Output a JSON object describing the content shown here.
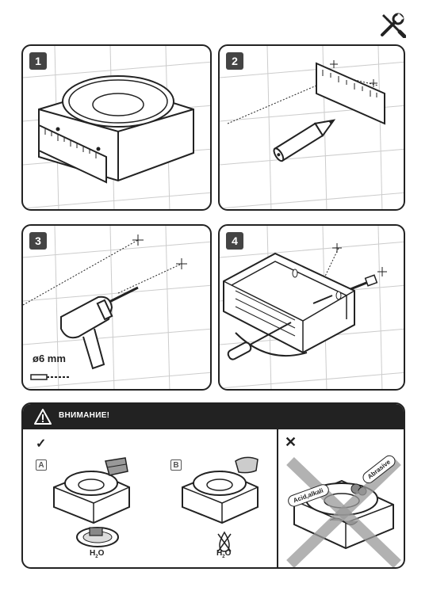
{
  "header": {
    "tools_icon": "tools-icon"
  },
  "steps": [
    {
      "number": "1"
    },
    {
      "number": "2"
    },
    {
      "number": "3",
      "drill_size": "ø6 mm"
    },
    {
      "number": "4"
    }
  ],
  "warning": {
    "title": "ВНИМАНИЕ!",
    "good_mark": "✓",
    "bad_mark": "✕",
    "option_a": "A",
    "option_b": "B",
    "h2o_a": "H",
    "h2o_a_sub": "2",
    "h2o_a_end": "O",
    "h2o_b": "H",
    "h2o_b_sub": "2",
    "h2o_b_end": "O",
    "acid_label": "Acid,alkali",
    "abrasive_label": "Abrasive"
  }
}
